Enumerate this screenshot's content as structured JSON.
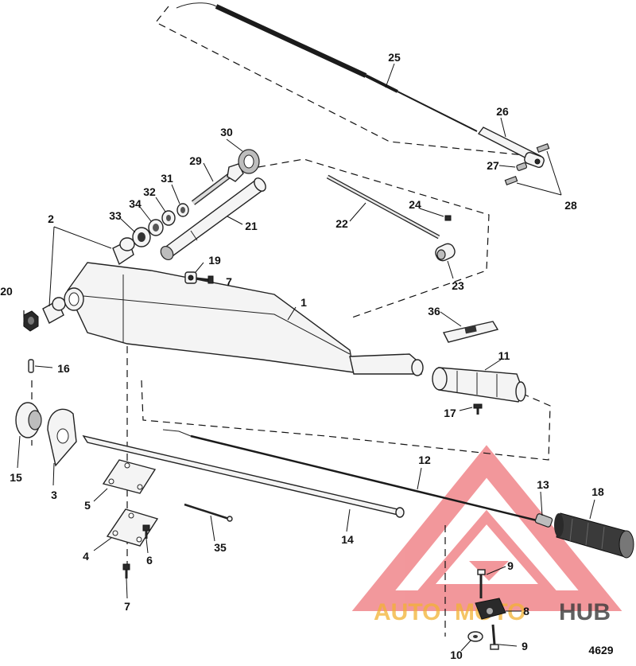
{
  "diagram": {
    "figure_number": "4629",
    "part_labels": {
      "p1": "1",
      "p2": "2",
      "p3": "3",
      "p4": "4",
      "p5": "5",
      "p6": "6",
      "p7a": "7",
      "p7b": "7",
      "p8": "8",
      "p9a": "9",
      "p9b": "9",
      "p10": "10",
      "p11": "11",
      "p12": "12",
      "p13": "13",
      "p14": "14",
      "p15": "15",
      "p16": "16",
      "p17": "17",
      "p18": "18",
      "p19": "19",
      "p20": "20",
      "p21": "21",
      "p22": "22",
      "p23": "23",
      "p24": "24",
      "p25": "25",
      "p26": "26",
      "p27": "27",
      "p28": "28",
      "p29": "29",
      "p30": "30",
      "p31": "31",
      "p32": "32",
      "p33": "33",
      "p34": "34",
      "p35": "35",
      "p36": "36"
    }
  },
  "watermark": {
    "text_left": "AUTO",
    "text_mid": "MOTO",
    "text_right": "HUB",
    "color_primary": "#e8434a",
    "color_accent": "#f2b233",
    "color_dark": "#3a3a3a"
  }
}
